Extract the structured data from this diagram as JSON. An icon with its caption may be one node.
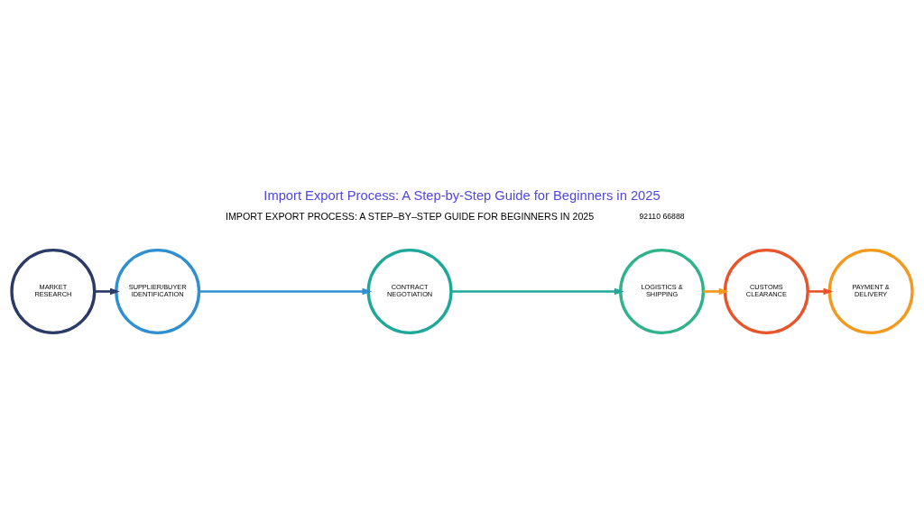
{
  "diagram": {
    "title": "Import Export Process: A Step-by-Step Guide for Beginners in 2025",
    "nodes": [
      {
        "text": [
          "MARKET RESEARCH"
        ]
      },
      {
        "text": [
          "SUPPLIER/BUYER IDENTIFICATION"
        ]
      },
      {
        "text": [
          "CONTRACT NEGOTIATION"
        ]
      },
      {
        "text": [
          "LOGISTICS & SHIPPING"
        ]
      },
      {
        "text": [
          "CUSTOMS CLEARANCE"
        ]
      },
      {
        "text": [
          "PAYMENT & DELIVERY"
        ]
      }
    ],
    "edges": [
      {
        "from": 0,
        "to": 1,
        "arrow": "to",
        "color": "#2b3a67"
      },
      {
        "from": 1,
        "to": 2,
        "arrow": "to",
        "color": "#2f8fd0"
      },
      {
        "from": 2,
        "to": 3,
        "arrow": "to",
        "color": "#1fa89a"
      },
      {
        "from": 3,
        "to": 4,
        "arrow": "to",
        "color": "#f39a1e"
      },
      {
        "from": 4,
        "to": 5,
        "arrow": "to",
        "color": "#e8552a"
      }
    ],
    "labels": [
      "IMPORT EXPORT PROCESS: A STEP–BY–STEP GUIDE FOR BEGINNERS IN 2025",
      "92110 66888"
    ]
  }
}
